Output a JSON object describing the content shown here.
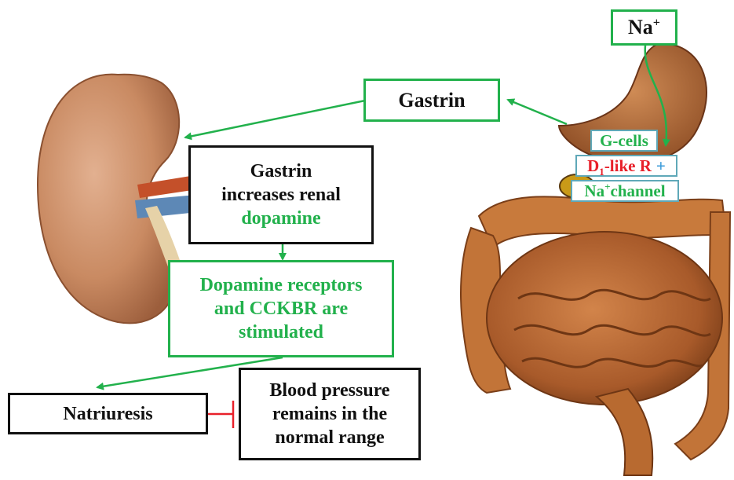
{
  "labels": {
    "na": {
      "base": "Na",
      "sup": "+"
    },
    "gastrin": "Gastrin",
    "g_cells": "G-cells",
    "d1": {
      "base": "D",
      "sub": "1",
      "rest": "-like R",
      "plus": "+"
    },
    "na_channel": {
      "base": "Na",
      "sup": "+",
      "rest": "channel"
    },
    "gastrin_increases": {
      "line1": "Gastrin",
      "line2": "increases renal",
      "line3": "dopamine"
    },
    "dopamine_receptors": {
      "line1": "Dopamine receptors",
      "line2": "and CCKBR are",
      "line3": "stimulated"
    },
    "natriuresis": "Natriuresis",
    "blood_pressure": {
      "line1": "Blood pressure",
      "line2": "remains in the",
      "line3": "normal range"
    }
  },
  "colors": {
    "green": "#22b14c",
    "black": "#111111",
    "red": "#e8202a",
    "teal_border": "#5fa8b8"
  },
  "illustrations": [
    "kidney-illustration",
    "digestive-system-illustration"
  ]
}
